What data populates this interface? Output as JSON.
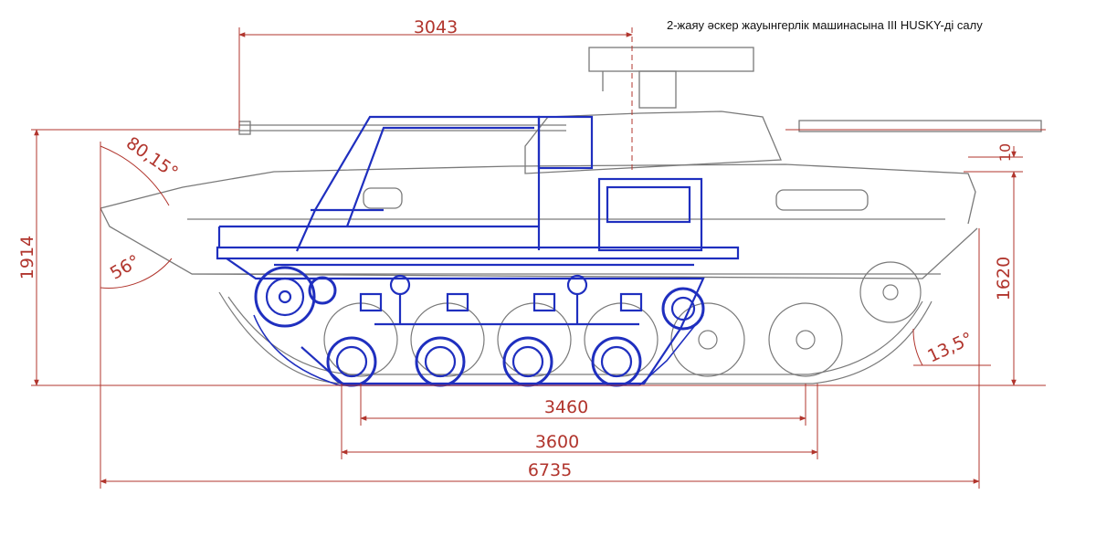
{
  "caption": "2-жаяу әскер жауынгерлік машинасына III HUSKY-ді салу",
  "colors": {
    "dimension": "#b1352d",
    "vehicle": "#7a7a7a",
    "overlay": "#1f2fbf",
    "background": "#ffffff"
  },
  "dimensions": {
    "top_length": "3043",
    "total_height": "1914",
    "hull_height": "1620",
    "offset": "10",
    "track_inner": "3460",
    "track_outer": "3600",
    "overall_length": "6735"
  },
  "angles": {
    "front_upper": "80,15°",
    "front_lower": "56°",
    "rear": "13,5°"
  }
}
